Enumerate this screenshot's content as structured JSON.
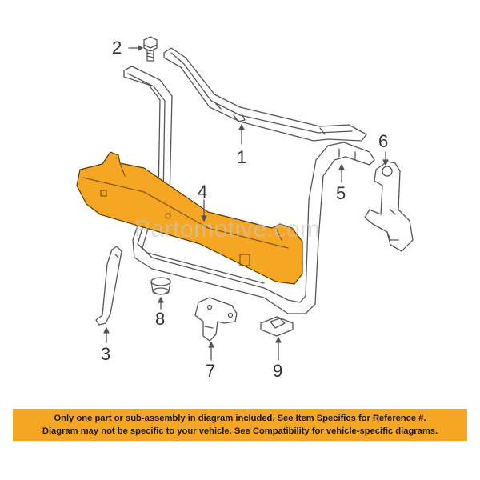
{
  "callouts": {
    "c1": "1",
    "c2": "2",
    "c3": "3",
    "c4": "4",
    "c5": "5",
    "c6": "6",
    "c7": "7",
    "c8": "8",
    "c9": "9"
  },
  "watermark": "Partomotive.com",
  "disclaimer": {
    "line1": "Only one part or sub-assembly in diagram included. See Item Specifics for Reference #.",
    "line2": "Diagram may not be specific to your vehicle. See Compatibility for vehicle-specific diagrams."
  },
  "colors": {
    "highlight_part": "#f5a623",
    "banner": "#f5a623",
    "linework": "#555555"
  }
}
